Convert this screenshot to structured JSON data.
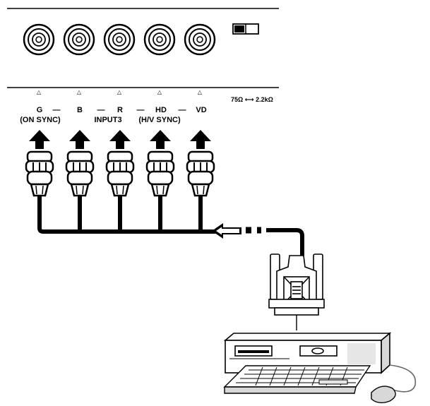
{
  "panel": {
    "connectors": [
      {
        "id": "g",
        "label": "G",
        "sublabel": "(ON SYNC)"
      },
      {
        "id": "b",
        "label": "B",
        "sublabel": ""
      },
      {
        "id": "r",
        "label": "R",
        "sublabel": ""
      },
      {
        "id": "hd",
        "label": "HD",
        "sublabel": "(H/V SYNC)"
      },
      {
        "id": "vd",
        "label": "VD",
        "sublabel": ""
      }
    ],
    "input_label": "INPUT3",
    "termination_label": "75Ω ⟷ 2.2kΩ",
    "dash": "—",
    "triangle": "△"
  },
  "icons": {
    "switch": "termination-switch-icon",
    "connector": "bnc-connector-icon",
    "arrow": "arrow-up-icon",
    "vga": "vga-connector-icon",
    "computer": "computer-icon",
    "keyboard": "keyboard-icon",
    "mouse": "mouse-icon"
  }
}
